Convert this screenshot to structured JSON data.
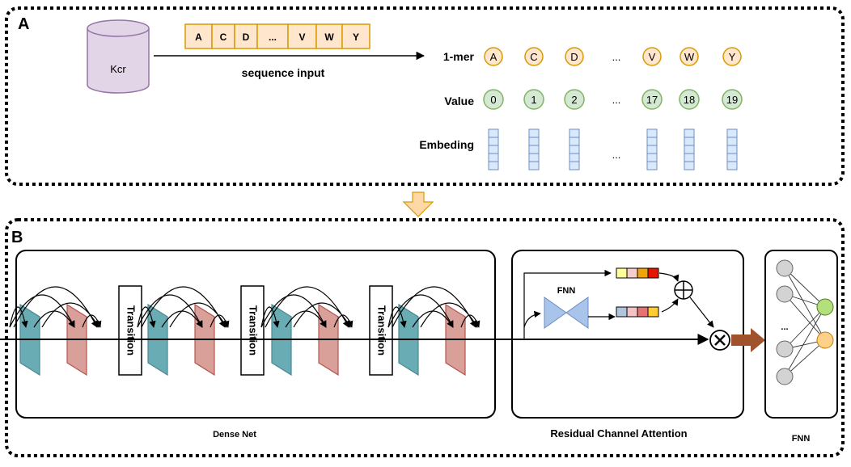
{
  "panel_a": {
    "label": "A",
    "database_label": "Kcr",
    "sequence_cells": [
      "A",
      "C",
      "D",
      "...",
      "V",
      "W",
      "Y"
    ],
    "arrow_label": "sequence input",
    "kmer_row_label": "1-mer",
    "kmer_tokens": [
      "A",
      "C",
      "D",
      "...",
      "V",
      "W",
      "Y"
    ],
    "value_row_label": "Value",
    "value_tokens": [
      "0",
      "1",
      "2",
      "...",
      "17",
      "18",
      "19"
    ],
    "embedding_row_label": "Embeding",
    "embedding_ellipsis": "..."
  },
  "panel_b": {
    "label": "B",
    "transition_label": "Transition",
    "densenet_caption": "Dense Net",
    "fnn_block_label": "FNN",
    "attention_caption": "Residual Channel Attention",
    "fnn_caption": "FNN",
    "fnn_ellipsis": "..."
  },
  "colors": {
    "cylinder_fill": "#e1d5e7",
    "cylinder_stroke": "#9673a6",
    "sequence_fill": "#ffe6cc",
    "sequence_stroke": "#d79b00",
    "value_fill": "#d5e8d4",
    "value_stroke": "#82b366",
    "embedding_fill": "#dae8fc",
    "embedding_stroke": "#6c8ebf",
    "teal_layer": "#6aacb4",
    "red_layer": "#d9a09a",
    "down_arrow": "#ffd8a8",
    "output_arrow": "#a0522d",
    "fnn_triangle": "#a9c4eb"
  }
}
